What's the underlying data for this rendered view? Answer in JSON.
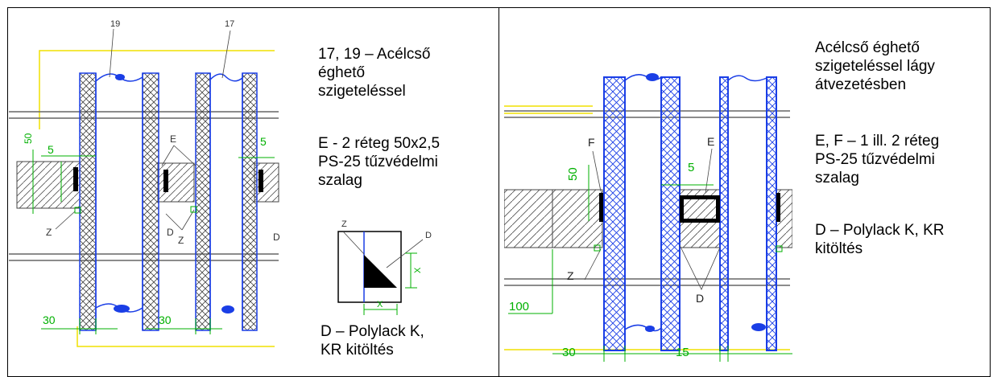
{
  "left_panel": {
    "title": "17, 19 – Acélcső\néghető\nszigeteléssel",
    "strip": "E - 2 réteg 50x2,5\nPS-25 tűzvédelmi\nszalag",
    "bottom_note": "D – Polylack K,\nKR kitöltés",
    "drawing_labels": {
      "pipe_a": "19",
      "pipe_b": "17",
      "dim_50": "50",
      "dim_5": "5",
      "dim_5b": "5",
      "label_E": "E",
      "label_Z": "Z",
      "label_D": "D",
      "label_Z2": "Z",
      "label_D2": "D",
      "dim_30a": "30",
      "dim_30b": "30"
    },
    "detail_labels": {
      "z": "Z",
      "d": "D",
      "x_vertical": "X",
      "x_horizontal": "X"
    }
  },
  "right_panel": {
    "title": "Acélcső éghető\nszigeteléssel lágy\nátvezetésben",
    "strip": "E, F – 1 ill. 2 réteg\nPS-25 tűzvédelmi\nszalag",
    "fill": "D – Polylack K, KR\nkitöltés",
    "drawing_labels": {
      "label_F": "F",
      "label_E": "E",
      "dim_50": "50",
      "dim_5": "5",
      "label_Z": "Z",
      "label_D": "D",
      "dim_100": "100",
      "dim_30": "30",
      "dim_15": "15"
    }
  },
  "colors": {
    "dimension_green": "#00b000",
    "pipe_blue": "#1a3ee6",
    "outline_yellow": "#f0e000",
    "hatch_grey": "#555555"
  }
}
